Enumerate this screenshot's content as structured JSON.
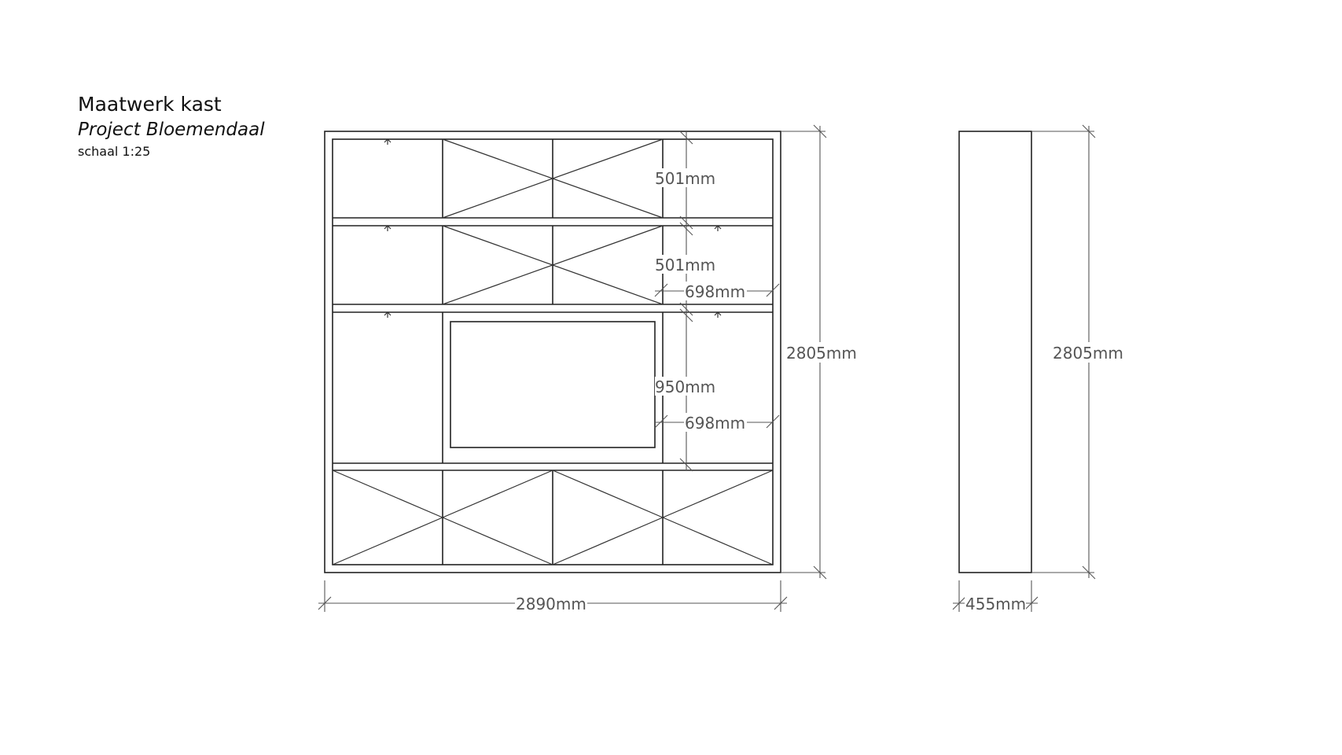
{
  "title": "Maatwerk kast",
  "project": "Project Bloemendaal",
  "scale": "schaal 1:25",
  "dimensions": {
    "d501a": "501mm",
    "d501b": "501mm",
    "d698a": "698mm",
    "d950": "950mm",
    "d698b": "698mm",
    "width_front": "2890mm",
    "height_front": "2805mm",
    "height_side": "2805mm",
    "depth_side": "455mm"
  },
  "colors": {
    "line": "#222222",
    "dimension": "#555555"
  }
}
